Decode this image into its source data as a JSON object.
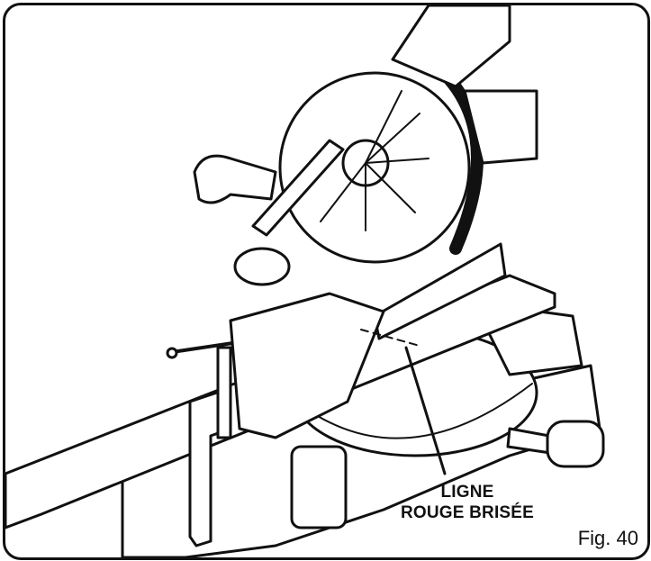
{
  "figure": {
    "callout_line1": "LIGNE",
    "callout_line2": "ROUGE BRISÉE",
    "figure_label": "Fig. 40"
  },
  "colors": {
    "ink": "#111111",
    "paper": "#ffffff"
  }
}
